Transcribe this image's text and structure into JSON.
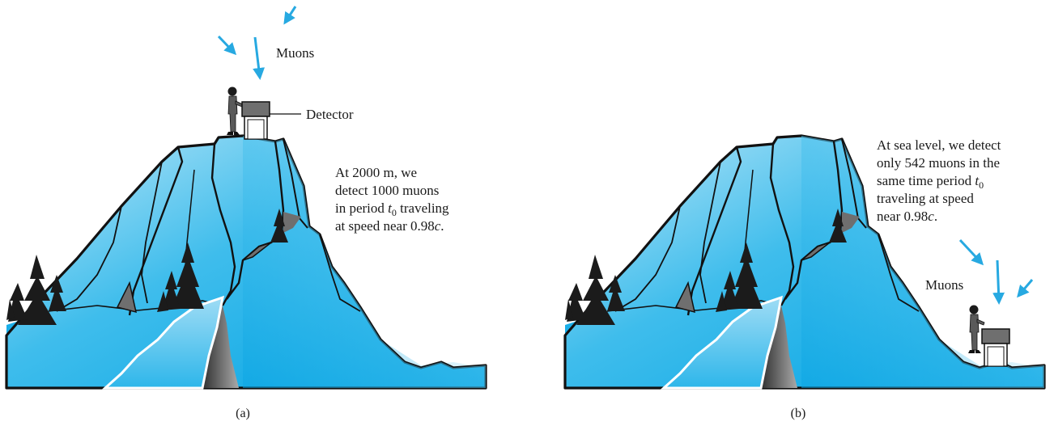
{
  "panel_a": {
    "muons_label": "Muons",
    "detector_label": "Detector",
    "info_lines": [
      "At 2000 m, we",
      "detect 1000 muons",
      {
        "pre": "in period ",
        "var": "t",
        "sub": "0",
        "post": " traveling"
      },
      {
        "pre": "at speed near 0.98",
        "var": "c",
        "post": "."
      }
    ],
    "caption": "(a)"
  },
  "panel_b": {
    "muons_label": "Muons",
    "info_lines": [
      "At sea level, we detect",
      "only 542 muons in the",
      {
        "pre": "same time period ",
        "var": "t",
        "sub": "0"
      },
      "traveling at speed",
      {
        "pre": "near 0.98",
        "var": "c",
        "post": "."
      }
    ],
    "caption": "(b)"
  },
  "colors": {
    "mountain_light": "#dff3fb",
    "mountain_mid": "#5cc6ec",
    "mountain_deep": "#00a8e6",
    "shadow": "#6f6f6f",
    "arrow": "#27a9e1",
    "outline": "#111111"
  }
}
